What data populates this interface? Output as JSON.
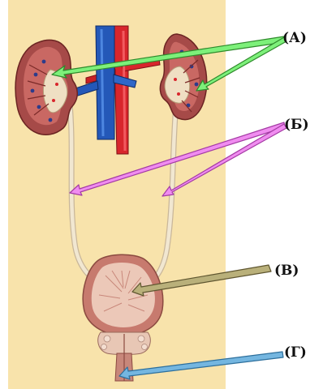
{
  "labels": {
    "a": "(А)",
    "b": "(Б)",
    "v": "(В)",
    "g": "(Г)"
  },
  "colors": {
    "background_panel": "#f8e3ab",
    "kidney": "#b25b58",
    "artery": "#d8262c",
    "vein": "#2458b8",
    "ureter": "#efe4cc",
    "bladder": "#d9968b",
    "arrow_a": "#7df07a",
    "arrow_b": "#f08cf0",
    "arrow_v": "#b9b07a",
    "arrow_g": "#74b6e0"
  },
  "icons": [
    "left-kidney-icon",
    "right-kidney-icon",
    "aorta-icon",
    "vena-cava-icon",
    "ureter-icon",
    "bladder-icon",
    "urethra-icon"
  ]
}
